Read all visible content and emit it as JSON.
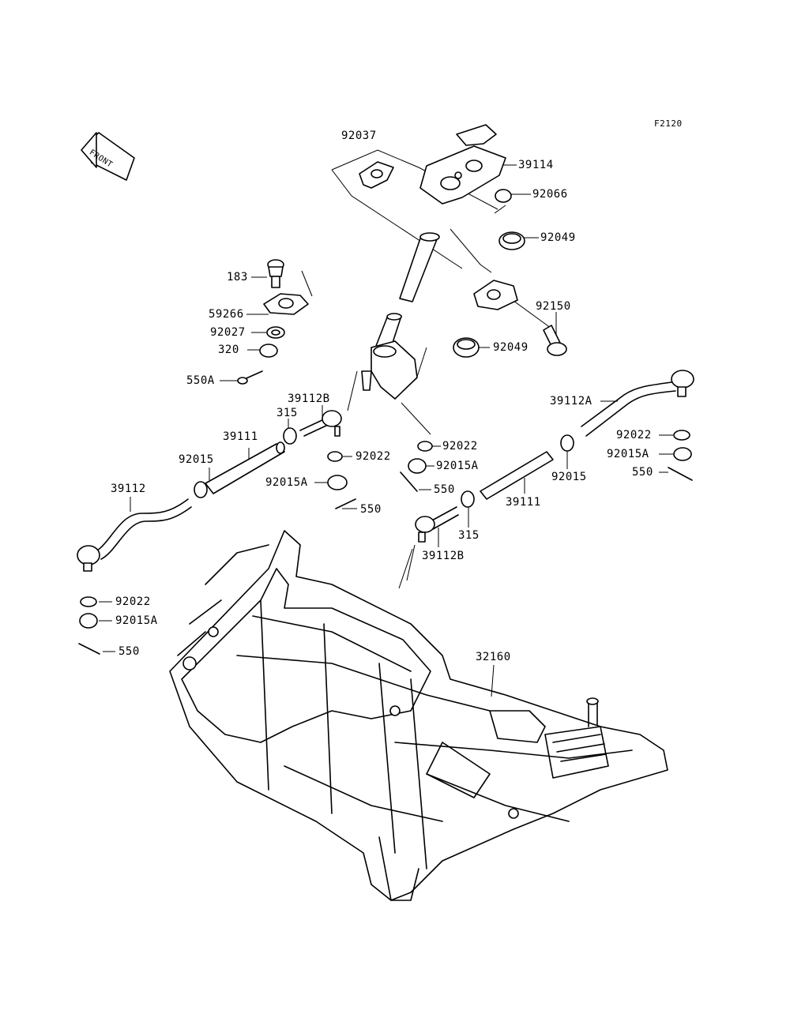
{
  "diagram_code": "F2120",
  "front_label": "FRONT",
  "parts": {
    "p92037": "92037",
    "p39114": "39114",
    "p92066": "92066",
    "p92049_top": "92049",
    "p92150": "92150",
    "p92049_bottom": "92049",
    "p183": "183",
    "p59266": "59266",
    "p92027": "92027",
    "p320": "320",
    "p550A": "550A",
    "p39112B_top": "39112B",
    "p315_left": "315",
    "p39111_left": "39111",
    "p92015_left": "92015",
    "p39112": "39112",
    "p92022_mid": "92022",
    "p92015A_mid": "92015A",
    "p550_mid": "550",
    "p92022_center": "92022",
    "p92015A_center": "92015A",
    "p550_center": "550",
    "p39112A": "39112A",
    "p92022_right": "92022",
    "p92015A_right": "92015A",
    "p550_right": "550",
    "p92015_right": "92015",
    "p39111_right": "39111",
    "p315_right": "315",
    "p39112B_bottom": "39112B",
    "p92022_left": "92022",
    "p92015A_left": "92015A",
    "p550_left": "550",
    "p32160": "32160"
  }
}
